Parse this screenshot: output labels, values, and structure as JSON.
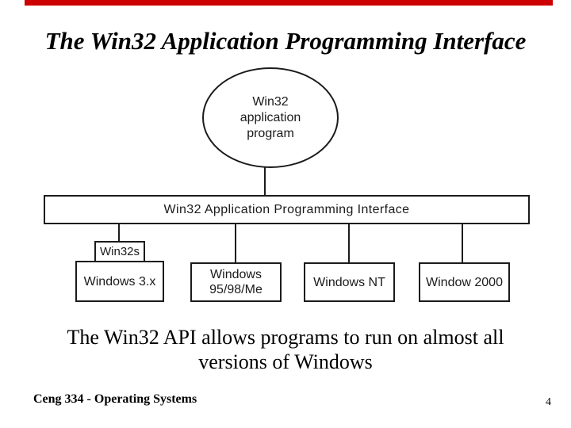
{
  "slide": {
    "accent_color": "#cc0000",
    "title": "The Win32 Application Programming Interface",
    "body_text": "The Win32 API allows programs to run on almost all\nversions of Windows",
    "footer": "Ceng 334 - Operating Systems",
    "page_number": "4"
  },
  "diagram": {
    "ellipse_label": "Win32\napplication\nprogram",
    "api_bar_label": "Win32 Application Programming Interface",
    "box_win32s": "Win32s",
    "box_windows_3x": "Windows 3.x",
    "box_windows_95_98_me": "Windows\n95/98/Me",
    "box_windows_nt": "Windows NT",
    "box_window_2000": "Window 2000"
  }
}
